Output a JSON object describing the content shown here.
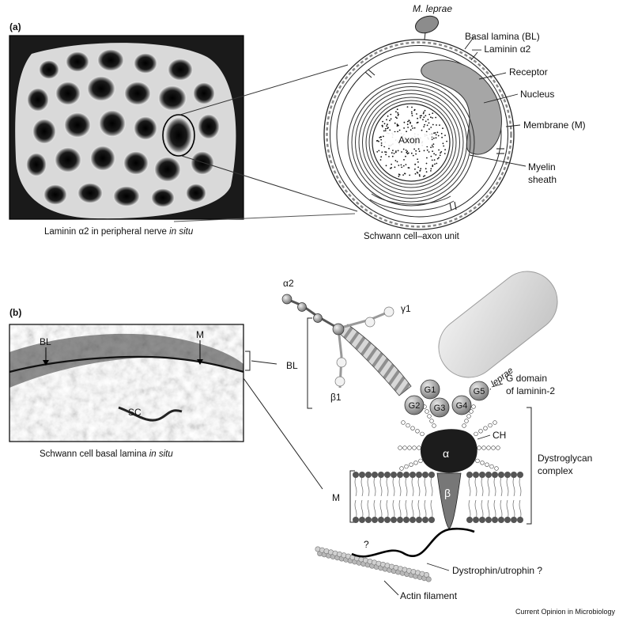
{
  "panel_a": {
    "label": "(a)",
    "micrograph_caption": "Laminin α2 in peripheral nerve",
    "micrograph_caption_italic": "in situ",
    "schematic_caption": "Schwann cell–axon unit",
    "labels": {
      "m_leprae": "M. leprae",
      "basal_lamina": "Basal lamina (BL)",
      "laminin_a2": "— Laminin α2",
      "receptor": "Receptor",
      "nucleus": "Nucleus",
      "membrane": "Membrane (M)",
      "axon": "Axon",
      "myelin_line1": "Myelin",
      "myelin_line2": "sheath"
    }
  },
  "panel_b": {
    "label": "(b)",
    "micrograph_caption": "Schwann cell basal lamina",
    "micrograph_caption_italic": "in situ",
    "micro_labels": {
      "bl": "BL",
      "m": "M",
      "sc": "SC"
    },
    "bracket_labels": {
      "bl": "BL",
      "m": "M"
    },
    "laminin_chains": {
      "alpha2": "α2",
      "gamma1": "γ1",
      "beta1": "β1"
    },
    "g_domains": [
      "G1",
      "G2",
      "G3",
      "G4",
      "G5"
    ],
    "g_domain_label_line1": "G domain",
    "g_domain_label_line2": "of laminin-2",
    "m_leprae": "M. leprae",
    "ch": "CH",
    "alpha": "α",
    "beta": "β",
    "dystroglycan_line1": "Dystroglycan",
    "dystroglycan_line2": "complex",
    "question": "?",
    "dystrophin": "Dystrophin/utrophin ?",
    "actin": "Actin filament"
  },
  "footer": "Current Opinion in Microbiology"
}
